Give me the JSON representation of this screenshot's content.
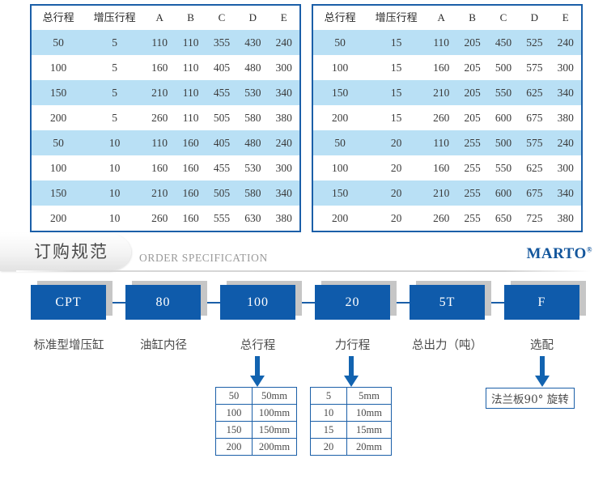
{
  "spec_tables": {
    "columns": [
      "总行程",
      "增压行程",
      "A",
      "B",
      "C",
      "D",
      "E"
    ],
    "left": {
      "rows": [
        [
          "50",
          "5",
          "110",
          "110",
          "355",
          "430",
          "240"
        ],
        [
          "100",
          "5",
          "160",
          "110",
          "405",
          "480",
          "300"
        ],
        [
          "150",
          "5",
          "210",
          "110",
          "455",
          "530",
          "340"
        ],
        [
          "200",
          "5",
          "260",
          "110",
          "505",
          "580",
          "380"
        ],
        [
          "50",
          "10",
          "110",
          "160",
          "405",
          "480",
          "240"
        ],
        [
          "100",
          "10",
          "160",
          "160",
          "455",
          "530",
          "300"
        ],
        [
          "150",
          "10",
          "210",
          "160",
          "505",
          "580",
          "340"
        ],
        [
          "200",
          "10",
          "260",
          "160",
          "555",
          "630",
          "380"
        ]
      ]
    },
    "right": {
      "rows": [
        [
          "50",
          "15",
          "110",
          "205",
          "450",
          "525",
          "240"
        ],
        [
          "100",
          "15",
          "160",
          "205",
          "500",
          "575",
          "300"
        ],
        [
          "150",
          "15",
          "210",
          "205",
          "550",
          "625",
          "340"
        ],
        [
          "200",
          "15",
          "260",
          "205",
          "600",
          "675",
          "380"
        ],
        [
          "50",
          "20",
          "110",
          "255",
          "500",
          "575",
          "240"
        ],
        [
          "100",
          "20",
          "160",
          "255",
          "550",
          "625",
          "300"
        ],
        [
          "150",
          "20",
          "210",
          "255",
          "600",
          "675",
          "340"
        ],
        [
          "200",
          "20",
          "260",
          "255",
          "650",
          "725",
          "380"
        ]
      ]
    }
  },
  "banner": {
    "title_cn": "订购规范",
    "title_en": "ORDER SPECIFICATION",
    "brand": "MARTO",
    "brand_mark": "®",
    "accent_color": "#13569c"
  },
  "flow": {
    "boxes": [
      {
        "code": "CPT",
        "label": "标准型增压缸"
      },
      {
        "code": "80",
        "label": "油缸内径"
      },
      {
        "code": "100",
        "label": "总行程"
      },
      {
        "code": "20",
        "label": "力行程"
      },
      {
        "code": "5T",
        "label": "总出力（吨）"
      },
      {
        "code": "F",
        "label": "选配"
      }
    ],
    "box_color": "#0f5bab",
    "shadow_color": "#c6c6c6"
  },
  "options": {
    "total_stroke": {
      "rows": [
        [
          "50",
          "50mm"
        ],
        [
          "100",
          "100mm"
        ],
        [
          "150",
          "150mm"
        ],
        [
          "200",
          "200mm"
        ]
      ]
    },
    "force_stroke": {
      "rows": [
        [
          "5",
          "5mm"
        ],
        [
          "10",
          "10mm"
        ],
        [
          "15",
          "15mm"
        ],
        [
          "20",
          "20mm"
        ]
      ]
    },
    "optional_note": "法兰板90°  旋转"
  }
}
